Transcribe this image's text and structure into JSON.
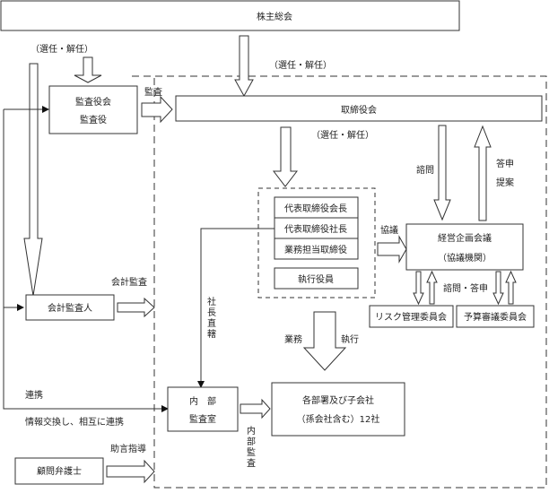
{
  "nodes": {
    "shareholders": "株主総会",
    "audit_board_line1": "監査役会",
    "audit_board_line2": "監査役",
    "board": "取締役会",
    "chairman": "代表取締役会長",
    "president": "代表取締役社長",
    "directors": "業務担当取締役",
    "officers": "執行役員",
    "mgmt_council_line1": "経営企画会議",
    "mgmt_council_line2": "（協議機関）",
    "risk_committee": "リスク管理委員会",
    "budget_committee": "予算審議委員会",
    "accounting_auditor": "会計監査人",
    "internal_audit_line1": "内　部",
    "internal_audit_line2": "監査室",
    "departments_line1": "各部署及び子会社",
    "departments_line2": "（孫会社含む）12社",
    "legal_advisor": "顧問弁護士"
  },
  "labels": {
    "elect_dismiss_left": "（選任・解任）",
    "elect_dismiss_top": "（選任・解任）",
    "elect_dismiss_board": "（選任・解任）",
    "audit": "監査",
    "consult": "諮問",
    "report": "答申",
    "propose": "提案",
    "deliberate": "協議",
    "consult_report": "諮問・答申",
    "accounting_audit": "会計監査",
    "president_direct": [
      "社",
      "長",
      "直",
      "轄"
    ],
    "business": "業務",
    "execution": "執行",
    "cooperation": "連携",
    "info_exchange": "情報交換し、相互に連携",
    "advice": "助言指導",
    "internal_audit_vertical": [
      "内",
      "部",
      "監",
      "査"
    ]
  }
}
